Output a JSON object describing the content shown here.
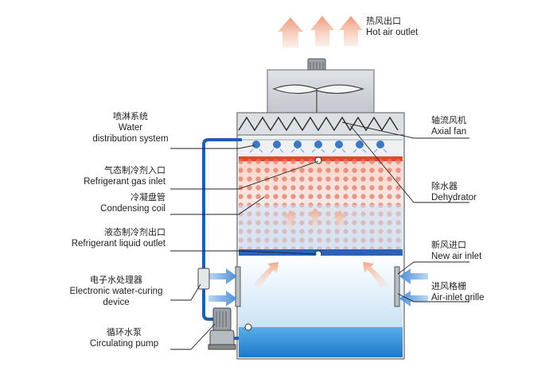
{
  "labels": {
    "hot_air_outlet": {
      "cn": "热风出口",
      "en": "Hot air outlet"
    },
    "axial_fan": {
      "cn": "轴流风机",
      "en": "Axial fan"
    },
    "water_distribution": {
      "cn": "喷淋系统",
      "en1": "Water",
      "en2": "distribution system"
    },
    "refrigerant_gas_inlet": {
      "cn": "气态制冷剂入口",
      "en": "Refrigerant gas inlet"
    },
    "condensing_coil": {
      "cn": "冷凝盘管",
      "en": "Condensing coil"
    },
    "dehydrator": {
      "cn": "除水器",
      "en": "Dehydrator"
    },
    "refrigerant_liquid_outlet": {
      "cn": "液态制冷剂出口",
      "en": "Refrigerant liquid outlet"
    },
    "new_air_inlet": {
      "cn": "新风进口",
      "en": "New air inlet"
    },
    "electronic_water_curing": {
      "cn": "电子水处理器",
      "en1": "Electronic water-curing",
      "en2": "device"
    },
    "air_inlet_grille": {
      "cn": "进风格栅",
      "en": "Air-inlet grille"
    },
    "circulating_pump": {
      "cn": "循环水泵",
      "en": "Circulating pump"
    }
  },
  "colors": {
    "hot": "#e8462a",
    "cold": "#2a63b8",
    "water": "#2f8fd8",
    "pipe": "#1f5fae",
    "casing": "#c9cdd2",
    "arrow_warm": "#f3b49a",
    "arrow_cool": "#5a9ad8"
  },
  "icons": [
    "fan-icon",
    "motor-icon",
    "pump-icon",
    "nozzle-icon",
    "grille-icon",
    "arrow-icon"
  ]
}
